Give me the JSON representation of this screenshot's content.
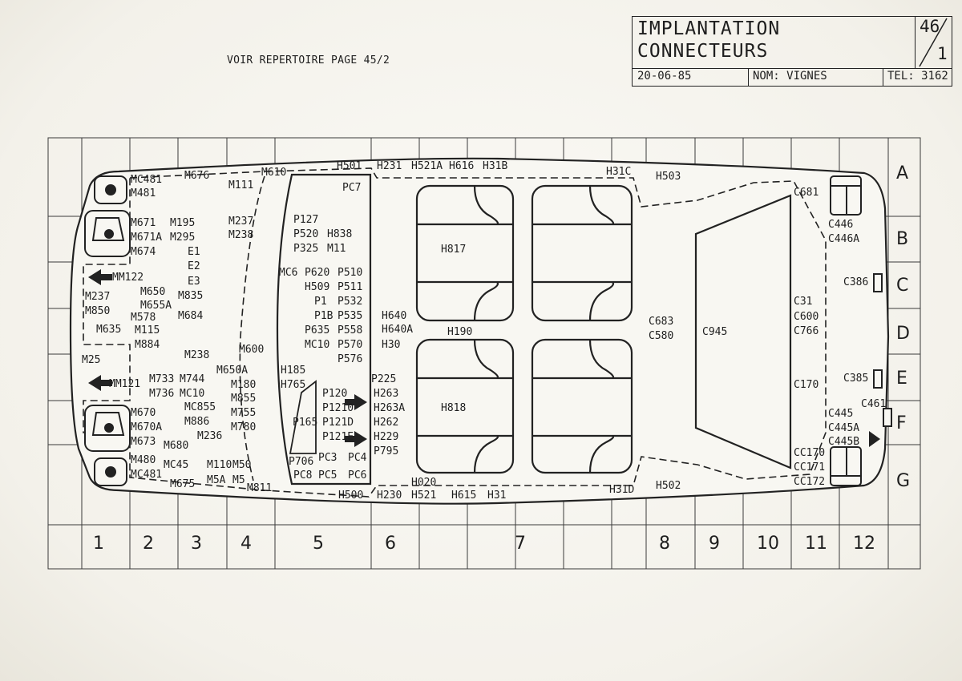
{
  "header": {
    "reference": "VOIR REPERTOIRE PAGE 45/2",
    "title_line1": "IMPLANTATION",
    "title_line2": "CONNECTEURS",
    "page_number": "46",
    "page_sub": "1",
    "date": "20-06-85",
    "nom": "NOM: VIGNES",
    "tel": "TEL: 3162"
  },
  "grid": {
    "columns": [
      "1",
      "2",
      "3",
      "4",
      "5",
      "6",
      "7",
      "8",
      "9",
      "10",
      "11",
      "12"
    ],
    "rows": [
      "A",
      "B",
      "C",
      "D",
      "E",
      "F",
      "G"
    ]
  },
  "seat_labels": {
    "front": "H817",
    "rear": "H818",
    "center": "H190",
    "boot": "C945"
  },
  "connectors": [
    "MC481",
    "M481",
    "M676",
    "M111",
    "M610",
    "M671",
    "M671A",
    "M674",
    "M195",
    "M295",
    "E1",
    "E2",
    "E3",
    "M237",
    "M238",
    "MM122",
    "M237",
    "M850",
    "M650",
    "M655A",
    "M835",
    "M578",
    "M115",
    "M684",
    "M635",
    "M884",
    "M25",
    "M238",
    "M600",
    "MM121",
    "M733",
    "M744",
    "M736",
    "MC10",
    "M650A",
    "M180",
    "M855",
    "M755",
    "M780",
    "M670",
    "M670A",
    "M673",
    "MC855",
    "M886",
    "M236",
    "M680",
    "M480",
    "MC481",
    "MC45",
    "M675",
    "M110",
    "M5A",
    "M50",
    "M5",
    "M811",
    "H501",
    "PC7",
    "P127",
    "P520",
    "H838",
    "P325",
    "M11",
    "MC6",
    "P620",
    "P510",
    "H509",
    "P511",
    "P1",
    "P532",
    "P1B",
    "P535",
    "P635",
    "P558",
    "MC10",
    "P570",
    "P576",
    "H185",
    "H765",
    "P120",
    "P1210",
    "P121D",
    "P121E",
    "P165",
    "P706",
    "PC3",
    "PC4",
    "PC8",
    "PC5",
    "PC6",
    "H231",
    "H521A",
    "H616",
    "H31B",
    "H31C",
    "H503",
    "H640",
    "H640A",
    "H30",
    "P225",
    "H263",
    "H263A",
    "H262",
    "H229",
    "P795",
    "H500",
    "H230",
    "H521",
    "H020",
    "H615",
    "H31",
    "H31D",
    "H502",
    "C683",
    "C580",
    "C681",
    "C446",
    "C446A",
    "C386",
    "C31",
    "C600",
    "C766",
    "C170",
    "C385",
    "C461",
    "C445",
    "C445A",
    "C445B",
    "CC170",
    "CC171",
    "CC172"
  ]
}
